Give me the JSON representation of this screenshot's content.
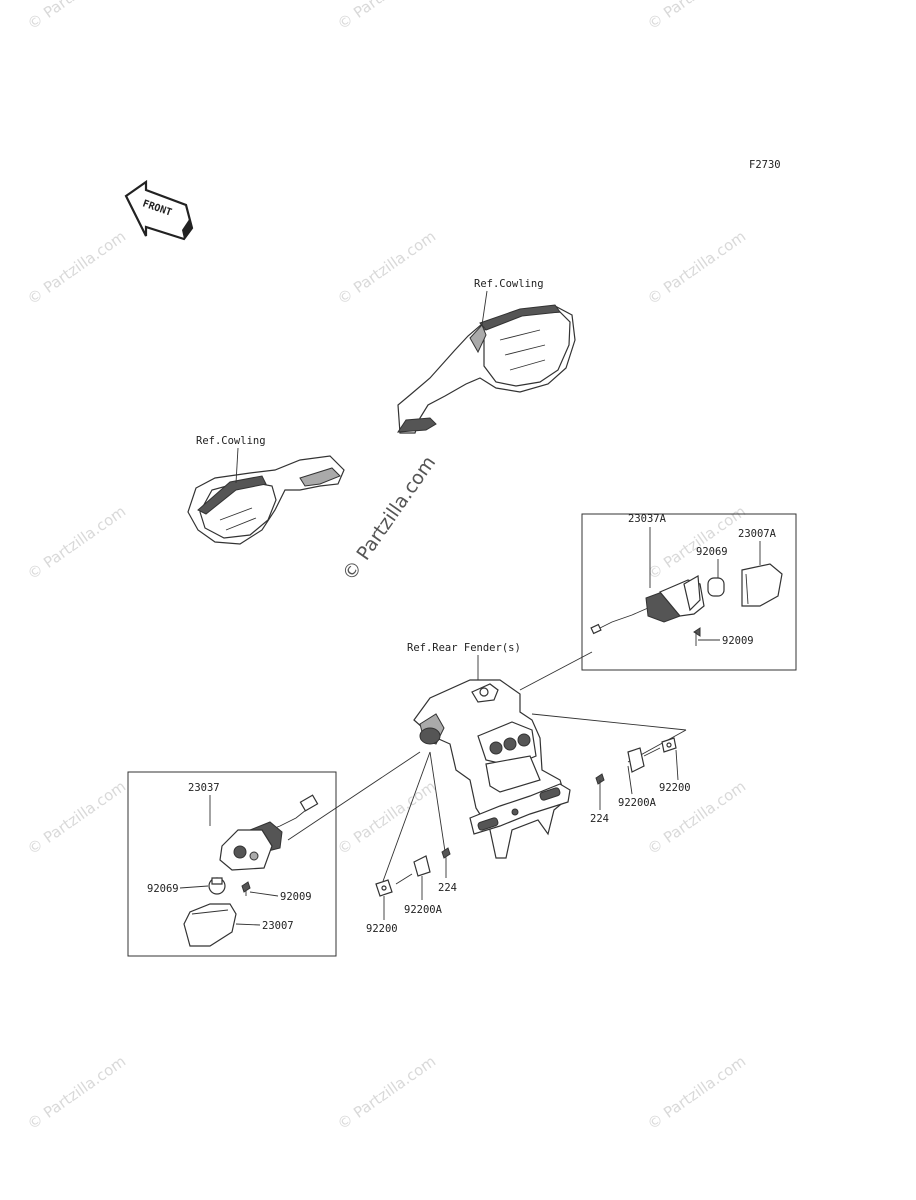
{
  "diagram": {
    "code": "F2730",
    "front_label": "FRONT",
    "watermark": "© Partzilla.com",
    "callouts": {
      "ref_cowling_right": "Ref.Cowling",
      "ref_cowling_left": "Ref.Cowling",
      "ref_rear_fender": "Ref.Rear Fender(s)",
      "p23037A": "23037A",
      "p23007A": "23007A",
      "p92069_r": "92069",
      "p92009_r": "92009",
      "p23037": "23037",
      "p92069_l": "92069",
      "p92009_l": "92009",
      "p23007": "23007",
      "p224_center": "224",
      "p92200A_center": "92200A",
      "p92200_center": "92200",
      "p224_right": "224",
      "p92200A_right": "92200A",
      "p92200_right": "92200"
    }
  }
}
